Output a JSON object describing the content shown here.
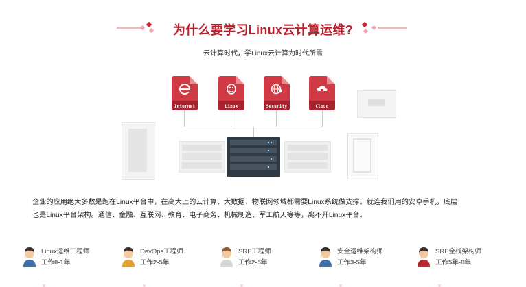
{
  "header": {
    "title": "为什么要学习Linux云计算运维?",
    "subtitle": "云计算时代，学Linux云计算为时代所需"
  },
  "tiles": [
    {
      "label": "Internet",
      "icon": "internet-e-icon"
    },
    {
      "label": "Linux",
      "icon": "linux-penguin-icon"
    },
    {
      "label": "Security",
      "icon": "security-globe-icon"
    },
    {
      "label": "Cloud",
      "icon": "cloud-lock-icon"
    }
  ],
  "paragraph": {
    "line1": "企业的应用绝大多数是跑在Linux平台中，在高大上的云计算、大数据、物联网领域都需要Linux系统做支撑。就连我们用的安卓手机，底层",
    "line2": "也是Linux平台架构。通信、金融、互联网、教育、电子商务、机械制造、军工航天等等，离不开Linux平台。"
  },
  "careers": [
    {
      "title": "Linux运维工程师",
      "years": "工作0-1年",
      "shirt": "#3f6ea8"
    },
    {
      "title": "DevOps工程师",
      "years": "工作2-5年",
      "shirt": "#e3a22d"
    },
    {
      "title": "SRE工程师",
      "years": "工作2-5年",
      "shirt": "#d6d6d6"
    },
    {
      "title": "安全运维架构师",
      "years": "工作3-5年",
      "shirt": "#3f6ea8"
    },
    {
      "title": "SRE全栈架构师",
      "years": "工作5年-8年",
      "shirt": "#b8272f"
    }
  ],
  "colors": {
    "accent": "#b9202b",
    "tile": "#cf3a45",
    "rack": "#2f3a45"
  }
}
